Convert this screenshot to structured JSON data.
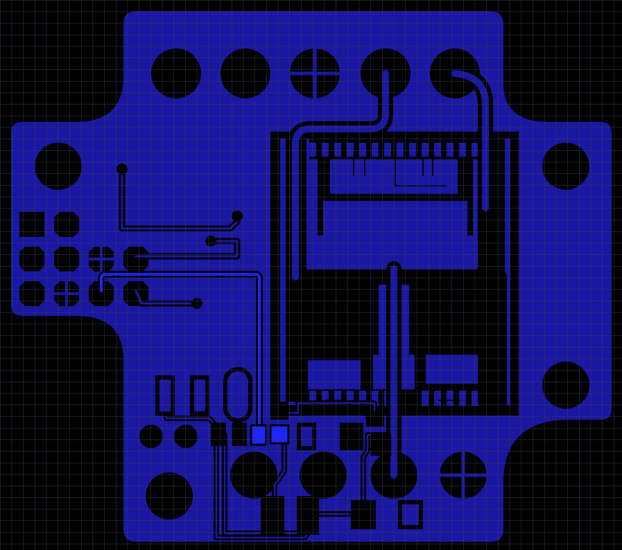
{
  "colors": {
    "background": "#000000",
    "grid": "#3d3d52",
    "copper_pour": "#1a17a3",
    "copper_highlight": "#1c24ff",
    "clearance": "#000000"
  },
  "view": {
    "layer": "copper-bottom",
    "grid_visible": true,
    "coordinate_readout": ""
  },
  "icons": {
    "via": "circle-with-cross",
    "mount_hole": "circle",
    "pad": "square"
  }
}
